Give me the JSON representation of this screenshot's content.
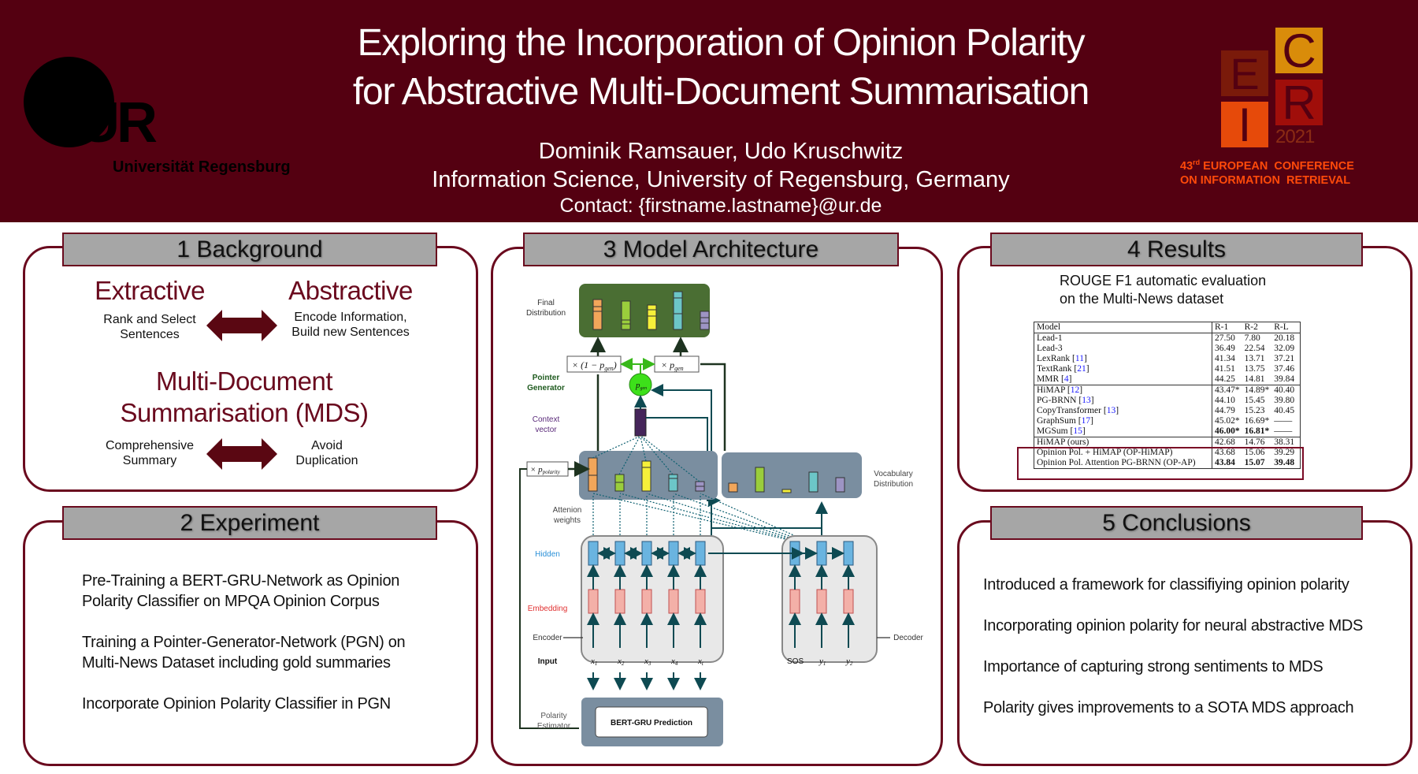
{
  "header": {
    "title_line1": "Exploring the Incorporation of Opinion Polarity",
    "title_line2": "for Abstractive Multi-Document Summarisation",
    "authors": "Dominik Ramsauer, Udo Kruschwitz",
    "affiliation": "Information Science, University of Regensburg, Germany",
    "contact": "Contact: {firstname.lastname}@ur.de",
    "university_logo_letters": "UR",
    "university_name": "Universität Regensburg",
    "conference_logo": {
      "letters": [
        "E",
        "C",
        "I",
        "R"
      ],
      "year": "2021",
      "caption_number": "43",
      "caption_suffix": "rd",
      "caption_line1_rest": " EUROPEAN  CONFERENCE",
      "caption_line2": "ON INFORMATION  RETRIEVAL"
    },
    "colors": {
      "header_bg": "#540011",
      "accent": "#6a0a1e",
      "ecir_text": "#ff4a0a"
    }
  },
  "background": {
    "title": "1 Background",
    "left_heading": "Extractive",
    "left_sub_line1": "Rank and Select",
    "left_sub_line2": "Sentences",
    "right_heading": "Abstractive",
    "right_sub_line1": "Encode Information,",
    "right_sub_line2": "Build new Sentences",
    "mds_line1": "Multi-Document",
    "mds_line2": "Summarisation (MDS)",
    "mds_left_line1": "Comprehensive",
    "mds_left_line2": "Summary",
    "mds_right_line1": "Avoid",
    "mds_right_line2": "Duplication"
  },
  "experiment": {
    "title": "2 Experiment",
    "items": [
      {
        "line1": "Pre-Training a BERT-GRU-Network as Opinion",
        "line2": "Polarity Classifier on MPQA Opinion Corpus"
      },
      {
        "line1": "Training a Pointer-Generator-Network (PGN) on",
        "line2": "Multi-News Dataset including gold summaries"
      },
      {
        "line1": "Incorporate Opinion Polarity Classifier in PGN",
        "line2": ""
      }
    ]
  },
  "architecture": {
    "title": "3 Model Architecture",
    "labels": {
      "final_distribution_1": "Final",
      "final_distribution_2": "Distribution",
      "pointer_generator_1": "Pointer",
      "pointer_generator_2": "Generator",
      "context_vector_1": "Context",
      "context_vector_2": "vector",
      "attention_weights_1": "Attenion",
      "attention_weights_2": "weights",
      "vocab_dist_1": "Vocabulary",
      "vocab_dist_2": "Distribution",
      "hidden": "Hidden",
      "embedding": "Embedding",
      "encoder": "Encoder",
      "decoder": "Decoder",
      "input": "Input",
      "polarity_estimator_1": "Polarity",
      "polarity_estimator_2": "Estimator",
      "bert_gru": "BERT-GRU Prediction",
      "one_minus_pgen": "× (1 − p",
      "pgen_mult": "× p",
      "pgen_sub": "gen",
      "pgen_node": "p",
      "ppolarity": "× p",
      "polarity_sub": "polarity"
    },
    "encoder_inputs": [
      "x",
      "x",
      "x",
      "x",
      "x"
    ],
    "encoder_input_subs": [
      "1",
      "2",
      "3",
      "4",
      "t"
    ],
    "decoder_inputs": [
      "SOS",
      "y",
      "y"
    ],
    "decoder_input_subs": [
      "",
      "1",
      "2"
    ]
  },
  "results": {
    "title": "4 Results",
    "caption_line1": "ROUGE F1 automatic evaluation",
    "caption_line2": "on the Multi-News dataset",
    "columns": [
      "Model",
      "R-1",
      "R-2",
      "R-L"
    ],
    "rows": [
      {
        "model": "Lead-1",
        "ref": "",
        "r1": "27.50",
        "r2": "7.80",
        "rl": "20.18"
      },
      {
        "model": "Lead-3",
        "ref": "",
        "r1": "36.49",
        "r2": "22.54",
        "rl": "32.09"
      },
      {
        "model": "LexRank ",
        "ref": "11",
        "r1": "41.34",
        "r2": "13.71",
        "rl": "37.21"
      },
      {
        "model": "TextRank ",
        "ref": "21",
        "r1": "41.51",
        "r2": "13.75",
        "rl": "37.46"
      },
      {
        "model": "MMR ",
        "ref": "4",
        "r1": "44.25",
        "r2": "14.81",
        "rl": "39.84"
      },
      {
        "model": "HiMAP ",
        "ref": "12",
        "r1": "43.47*",
        "r2": "14.89*",
        "rl": "40.40"
      },
      {
        "model": "PG-BRNN ",
        "ref": "13",
        "r1": "44.10",
        "r2": "15.45",
        "rl": "39.80"
      },
      {
        "model": "CopyTransformer ",
        "ref": "13",
        "r1": "44.79",
        "r2": "15.23",
        "rl": "40.45"
      },
      {
        "model": "GraphSum ",
        "ref": "17",
        "r1": "45.02*",
        "r2": "16.69*",
        "rl": "——"
      },
      {
        "model": "MGSum ",
        "ref": "15",
        "r1": "46.00*",
        "r2": "16.81*",
        "rl": "——"
      },
      {
        "model": "HiMAP (ours)",
        "ref": "",
        "r1": "42.68",
        "r2": "14.76",
        "rl": "38.31"
      },
      {
        "model": "Opinion Pol. + HiMAP (OP-HiMAP)",
        "ref": "",
        "r1": "43.68",
        "r2": "15.06",
        "rl": "39.29"
      },
      {
        "model": "Opinion Pol. Attention PG-BRNN (OP-AP)",
        "ref": "",
        "r1": "43.84",
        "r2": "15.07",
        "rl": "39.48"
      }
    ]
  },
  "conclusions": {
    "title": "5 Conclusions",
    "items": [
      "Introduced a framework for classifiying opinion polarity",
      "Incorporating opinion polarity for neural abstractive MDS",
      "Importance of capturing strong sentiments to MDS",
      "Polarity gives improvements to a SOTA MDS approach"
    ]
  }
}
